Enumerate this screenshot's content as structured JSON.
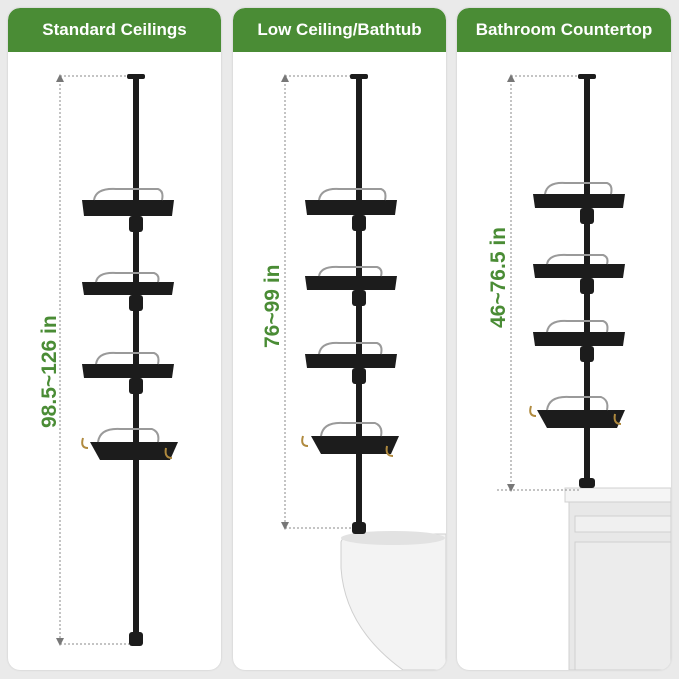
{
  "panels": [
    {
      "title": "Standard Ceilings",
      "range": "98.5~126 in",
      "shelves": 4,
      "fixture": "floor"
    },
    {
      "title": "Low Ceiling/Bathtub",
      "range": "76~99 in",
      "shelves": 4,
      "fixture": "bathtub"
    },
    {
      "title": "Bathroom Countertop",
      "range": "46~76.5 in",
      "shelves": 4,
      "fixture": "countertop"
    }
  ],
  "colors": {
    "accent": "#4a8c35",
    "pole": "#1c1c1c",
    "panel_bg": "#ffffff",
    "page_bg": "#eaeaea"
  }
}
